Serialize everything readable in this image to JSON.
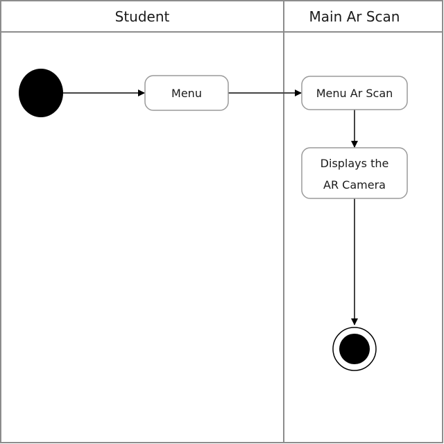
{
  "lanes": {
    "student": {
      "title": "Student"
    },
    "main": {
      "title": "Main Ar Scan"
    }
  },
  "nodes": {
    "menu": {
      "label": "Menu"
    },
    "menu_ar_scan": {
      "label": "Menu Ar Scan"
    },
    "display_camera": {
      "line1": "Displays the",
      "line2": "AR Camera"
    }
  },
  "colors": {
    "lane_border": "#8c8c8c",
    "node_border": "#9a9a9a",
    "text": "#1a1a1a",
    "node_fill": "#ffffff",
    "marker_fill": "#000000"
  }
}
